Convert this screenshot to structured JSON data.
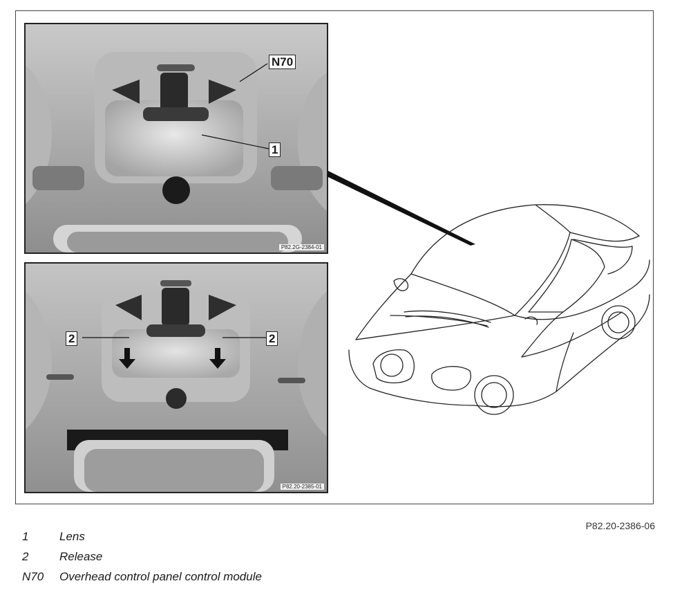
{
  "figure": {
    "code": "P82.20-2386-06",
    "top_photo_code": "P82.2G-2384-01",
    "bottom_photo_code": "P82.20-2385-01",
    "callouts": {
      "n70": "N70",
      "lens": "1",
      "release_left": "2",
      "release_right": "2"
    }
  },
  "legend": [
    {
      "key": "1",
      "text": "Lens"
    },
    {
      "key": "2",
      "text": "Release"
    },
    {
      "key": "N70",
      "text": "Overhead control panel control module"
    }
  ]
}
